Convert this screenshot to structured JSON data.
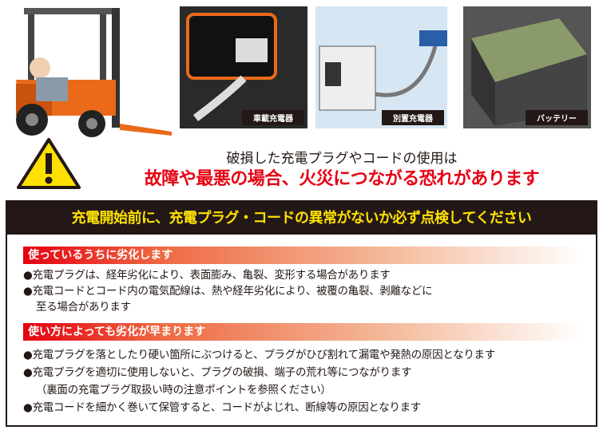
{
  "panels": [
    {
      "label": "車載充電器"
    },
    {
      "label": "別置充電器"
    },
    {
      "label": "バッテリー"
    }
  ],
  "warning": {
    "line1": "破損した充電プラグやコードの使用は",
    "line2": "故障や最悪の場合、火災につながる恐れがあります"
  },
  "notice": {
    "header": "充電開始前に、充電プラグ・コードの異常がないか必ず点検してください",
    "sections": [
      {
        "title": "使っているうちに劣化します",
        "lines": [
          "●充電プラグは、経年劣化により、表面膨み、亀裂、変形する場合があります",
          "●充電コードとコード内の電気配線は、熱や経年劣化により、被覆の亀裂、剥離などに",
          "至る場合があります"
        ]
      },
      {
        "title": "使い方によっても劣化が早まります",
        "lines": [
          "●充電プラグを落としたり硬い箇所にぶつけると、プラグがひび割れて漏電や発熱の原因となります",
          "●充電プラグを適切に使用しないと、プラグの破損、端子の荒れ等につながります",
          "（裏面の充電プラグ取扱い時の注意ポイントを参照ください）",
          "●充電コードを細かく巻いて保管すると、コードがよじれ、断線等の原因となります"
        ]
      }
    ]
  }
}
